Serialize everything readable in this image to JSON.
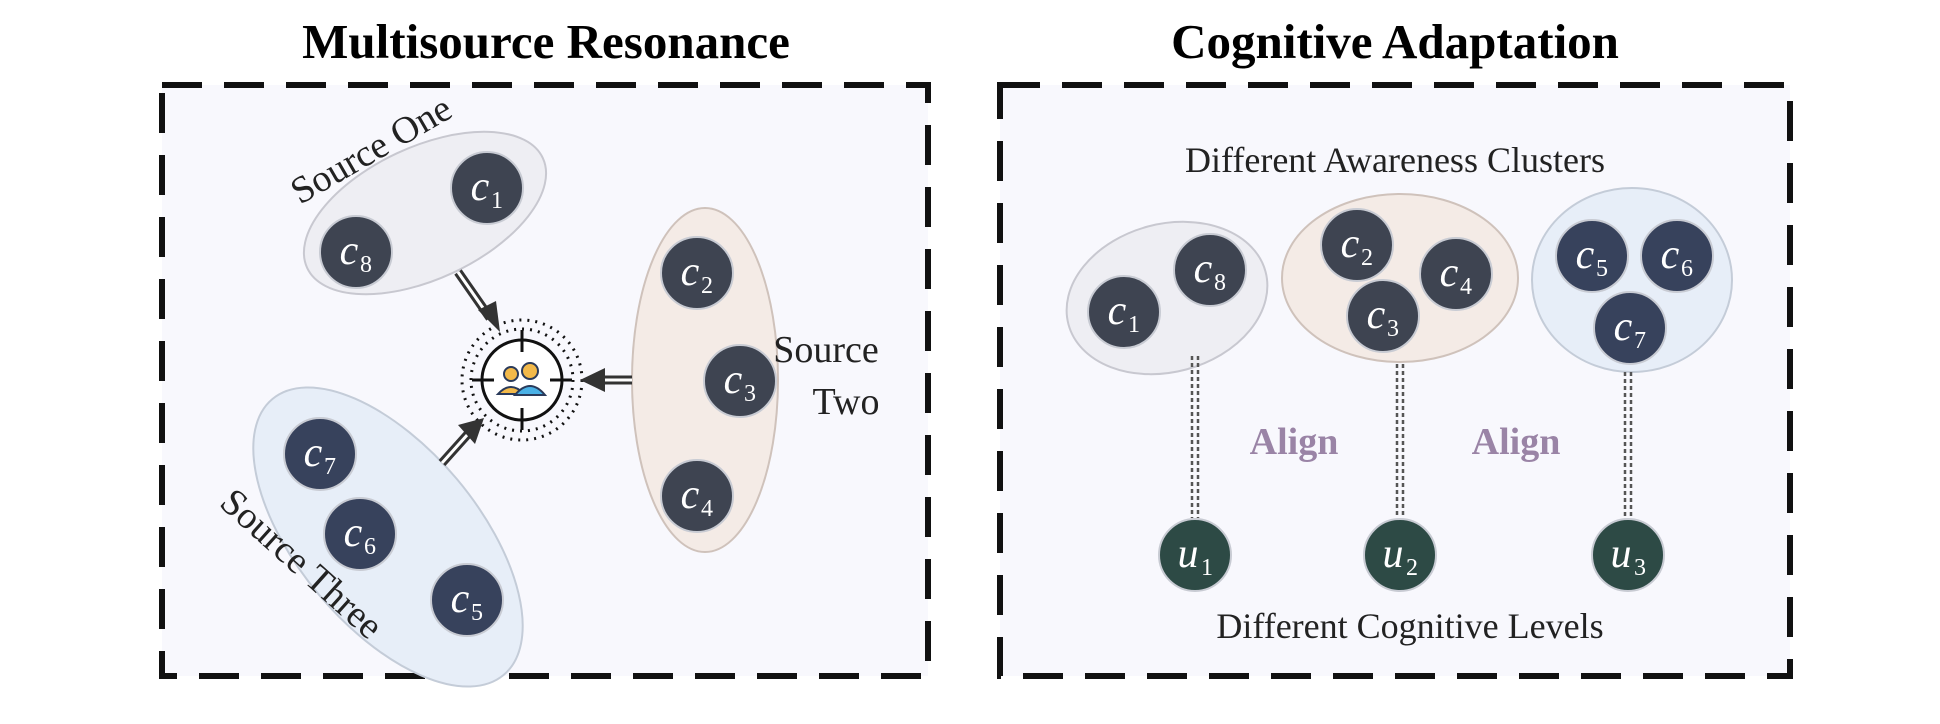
{
  "left_panel": {
    "title": "Multisource Resonance",
    "sources": [
      {
        "label": "Source One",
        "color": "#eeeef3",
        "nodes": [
          {
            "sym": "c",
            "sub": "1"
          },
          {
            "sym": "c",
            "sub": "8"
          }
        ]
      },
      {
        "label_line1": "Source",
        "label_line2": "Two",
        "color": "#f4ebe6",
        "nodes": [
          {
            "sym": "c",
            "sub": "2"
          },
          {
            "sym": "c",
            "sub": "3"
          },
          {
            "sym": "c",
            "sub": "4"
          }
        ]
      },
      {
        "label": "Source Three",
        "color": "#e7eef8",
        "nodes": [
          {
            "sym": "c",
            "sub": "7"
          },
          {
            "sym": "c",
            "sub": "6"
          },
          {
            "sym": "c",
            "sub": "5"
          }
        ]
      }
    ]
  },
  "right_panel": {
    "title": "Cognitive Adaptation",
    "clusters_label": "Different Awareness Clusters",
    "levels_label": "Different Cognitive Levels",
    "align_label": "Align",
    "align_color": "#9a84a6",
    "clusters": [
      {
        "color": "#eeeef3",
        "nodes": [
          {
            "sym": "c",
            "sub": "8"
          },
          {
            "sym": "c",
            "sub": "1"
          }
        ]
      },
      {
        "color": "#f4ebe6",
        "nodes": [
          {
            "sym": "c",
            "sub": "2"
          },
          {
            "sym": "c",
            "sub": "4"
          },
          {
            "sym": "c",
            "sub": "3"
          }
        ]
      },
      {
        "color": "#e7eef8",
        "nodes": [
          {
            "sym": "c",
            "sub": "5"
          },
          {
            "sym": "c",
            "sub": "6"
          },
          {
            "sym": "c",
            "sub": "7"
          }
        ]
      }
    ],
    "users": [
      {
        "sym": "u",
        "sub": "1"
      },
      {
        "sym": "u",
        "sub": "2"
      },
      {
        "sym": "u",
        "sub": "3"
      }
    ]
  },
  "colors": {
    "panel_bg": "#f8f8fd",
    "node_dark": "#3e4451",
    "node_blue": "#37425c",
    "node_user": "#2d4a45"
  }
}
